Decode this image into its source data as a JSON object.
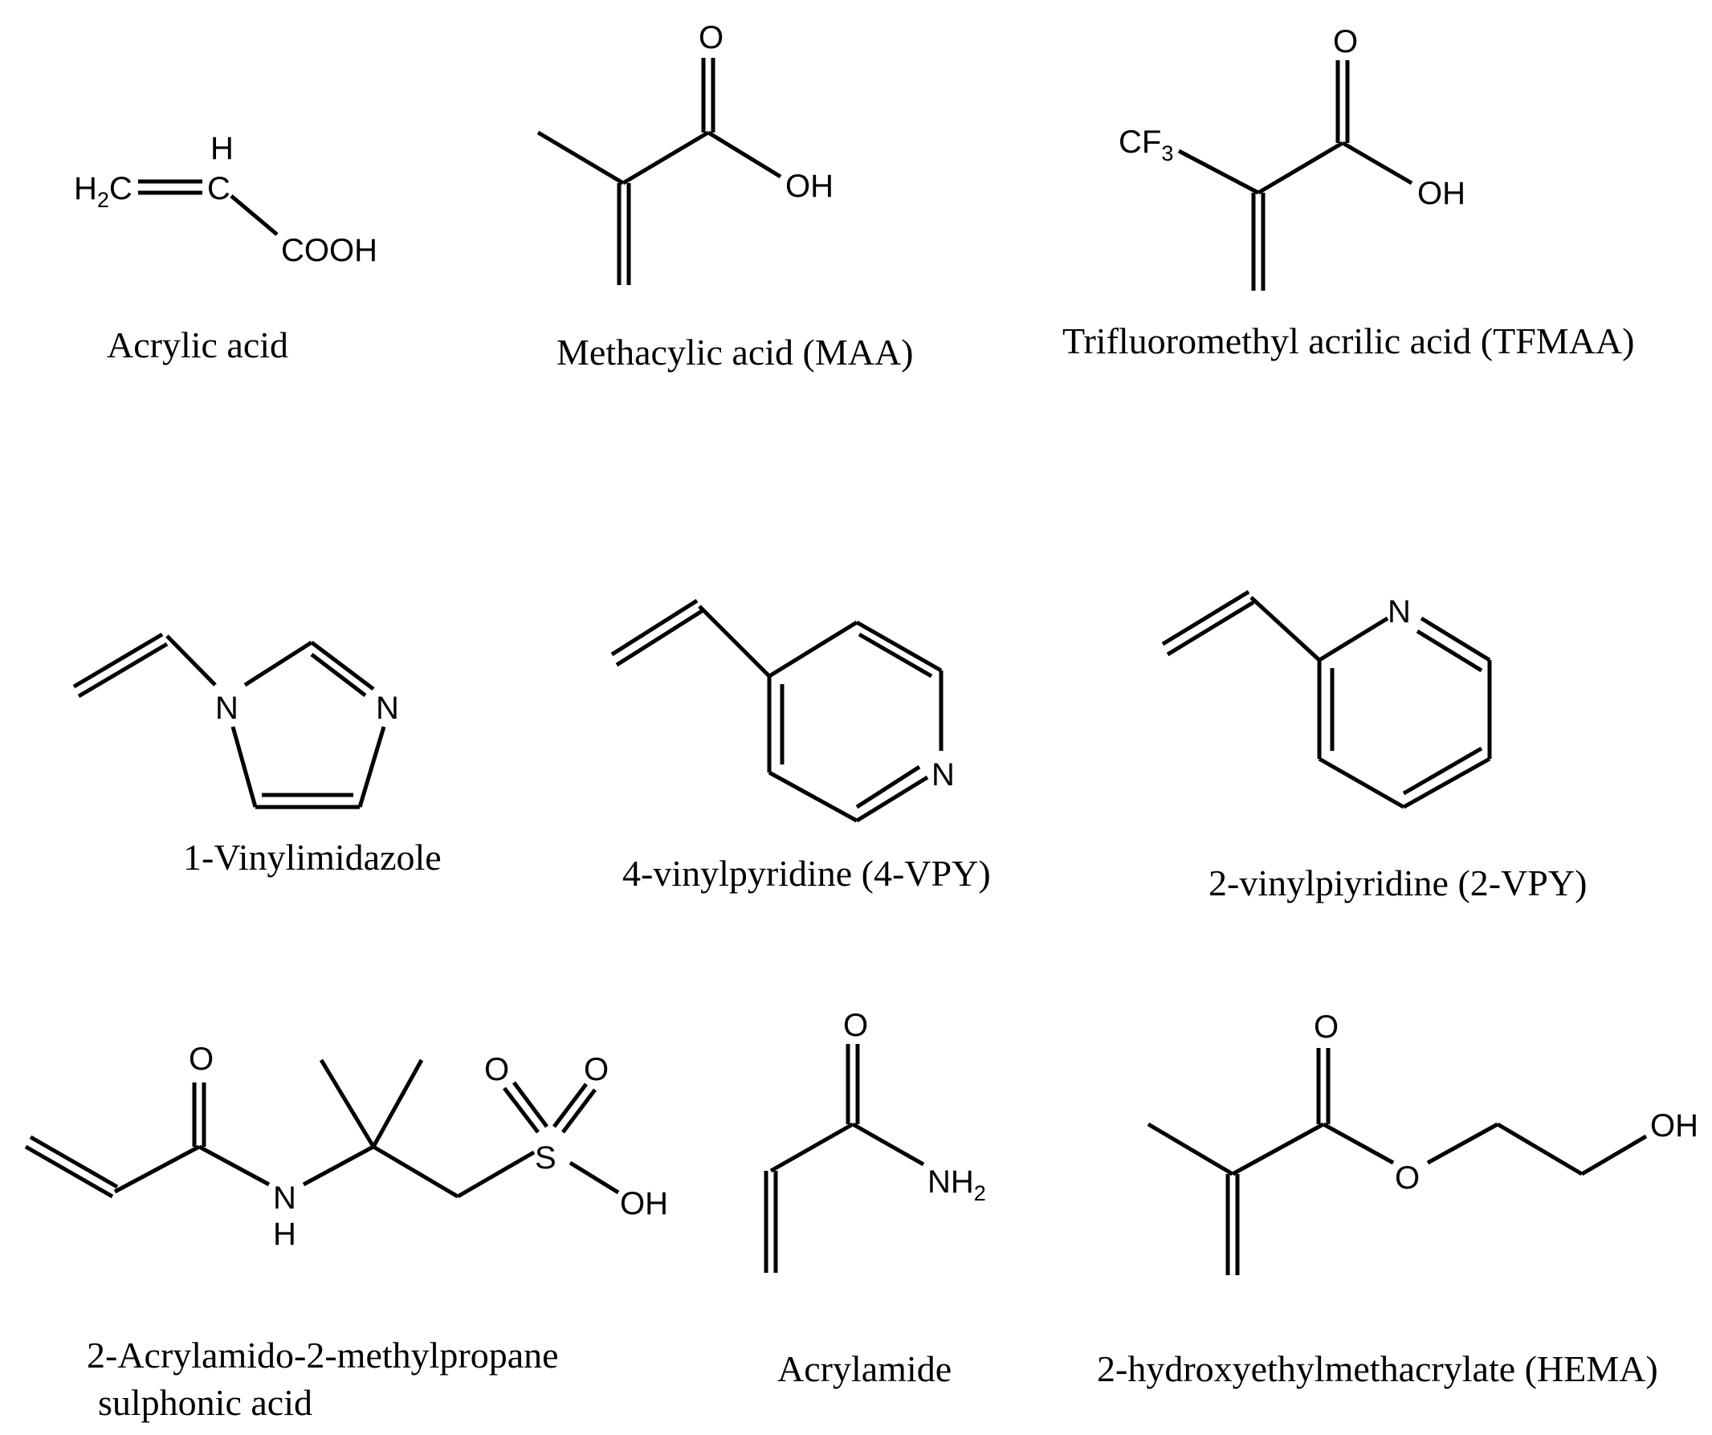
{
  "molecules": [
    {
      "id": "acrylic-acid",
      "caption": [
        "Acrylic acid"
      ],
      "labels": {
        "a1": "H",
        "a1s": "2",
        "a2": "C",
        "a3": "H",
        "a4": "C",
        "a5": "COOH"
      }
    },
    {
      "id": "maa",
      "caption": [
        "Methacylic acid (MAA)"
      ],
      "labels": {
        "o": "O",
        "oh": "OH"
      }
    },
    {
      "id": "tfmaa",
      "caption": [
        "Trifluoromethyl acrilic acid (TFMAA)"
      ],
      "labels": {
        "cf": "CF",
        "cfs": "3",
        "o": "O",
        "oh": "OH"
      }
    },
    {
      "id": "vinylimidazole",
      "caption": [
        "1-Vinylimidazole"
      ],
      "labels": {
        "n1": "N",
        "n2": "N"
      }
    },
    {
      "id": "4-vpy",
      "caption": [
        "4-vinylpyridine (4-VPY)"
      ],
      "labels": {
        "n": "N"
      }
    },
    {
      "id": "2-vpy",
      "caption": [
        "2-vinylpiyridine (2-VPY)"
      ],
      "labels": {
        "n": "N"
      }
    },
    {
      "id": "amps",
      "caption": [
        "2-Acrylamido-2-methylpropane",
        "sulphonic acid"
      ],
      "labels": {
        "o1": "O",
        "n": "N",
        "h": "H",
        "s": "S",
        "o2": "O",
        "o3": "O",
        "oh": "OH"
      }
    },
    {
      "id": "acrylamide",
      "caption": [
        "Acrylamide"
      ],
      "labels": {
        "o": "O",
        "nh": "NH",
        "nhs": "2"
      }
    },
    {
      "id": "hema",
      "caption": [
        "2-hydroxyethylmethacrylate (HEMA)"
      ],
      "labels": {
        "o1": "O",
        "o2": "O",
        "oh": "OH"
      }
    }
  ]
}
